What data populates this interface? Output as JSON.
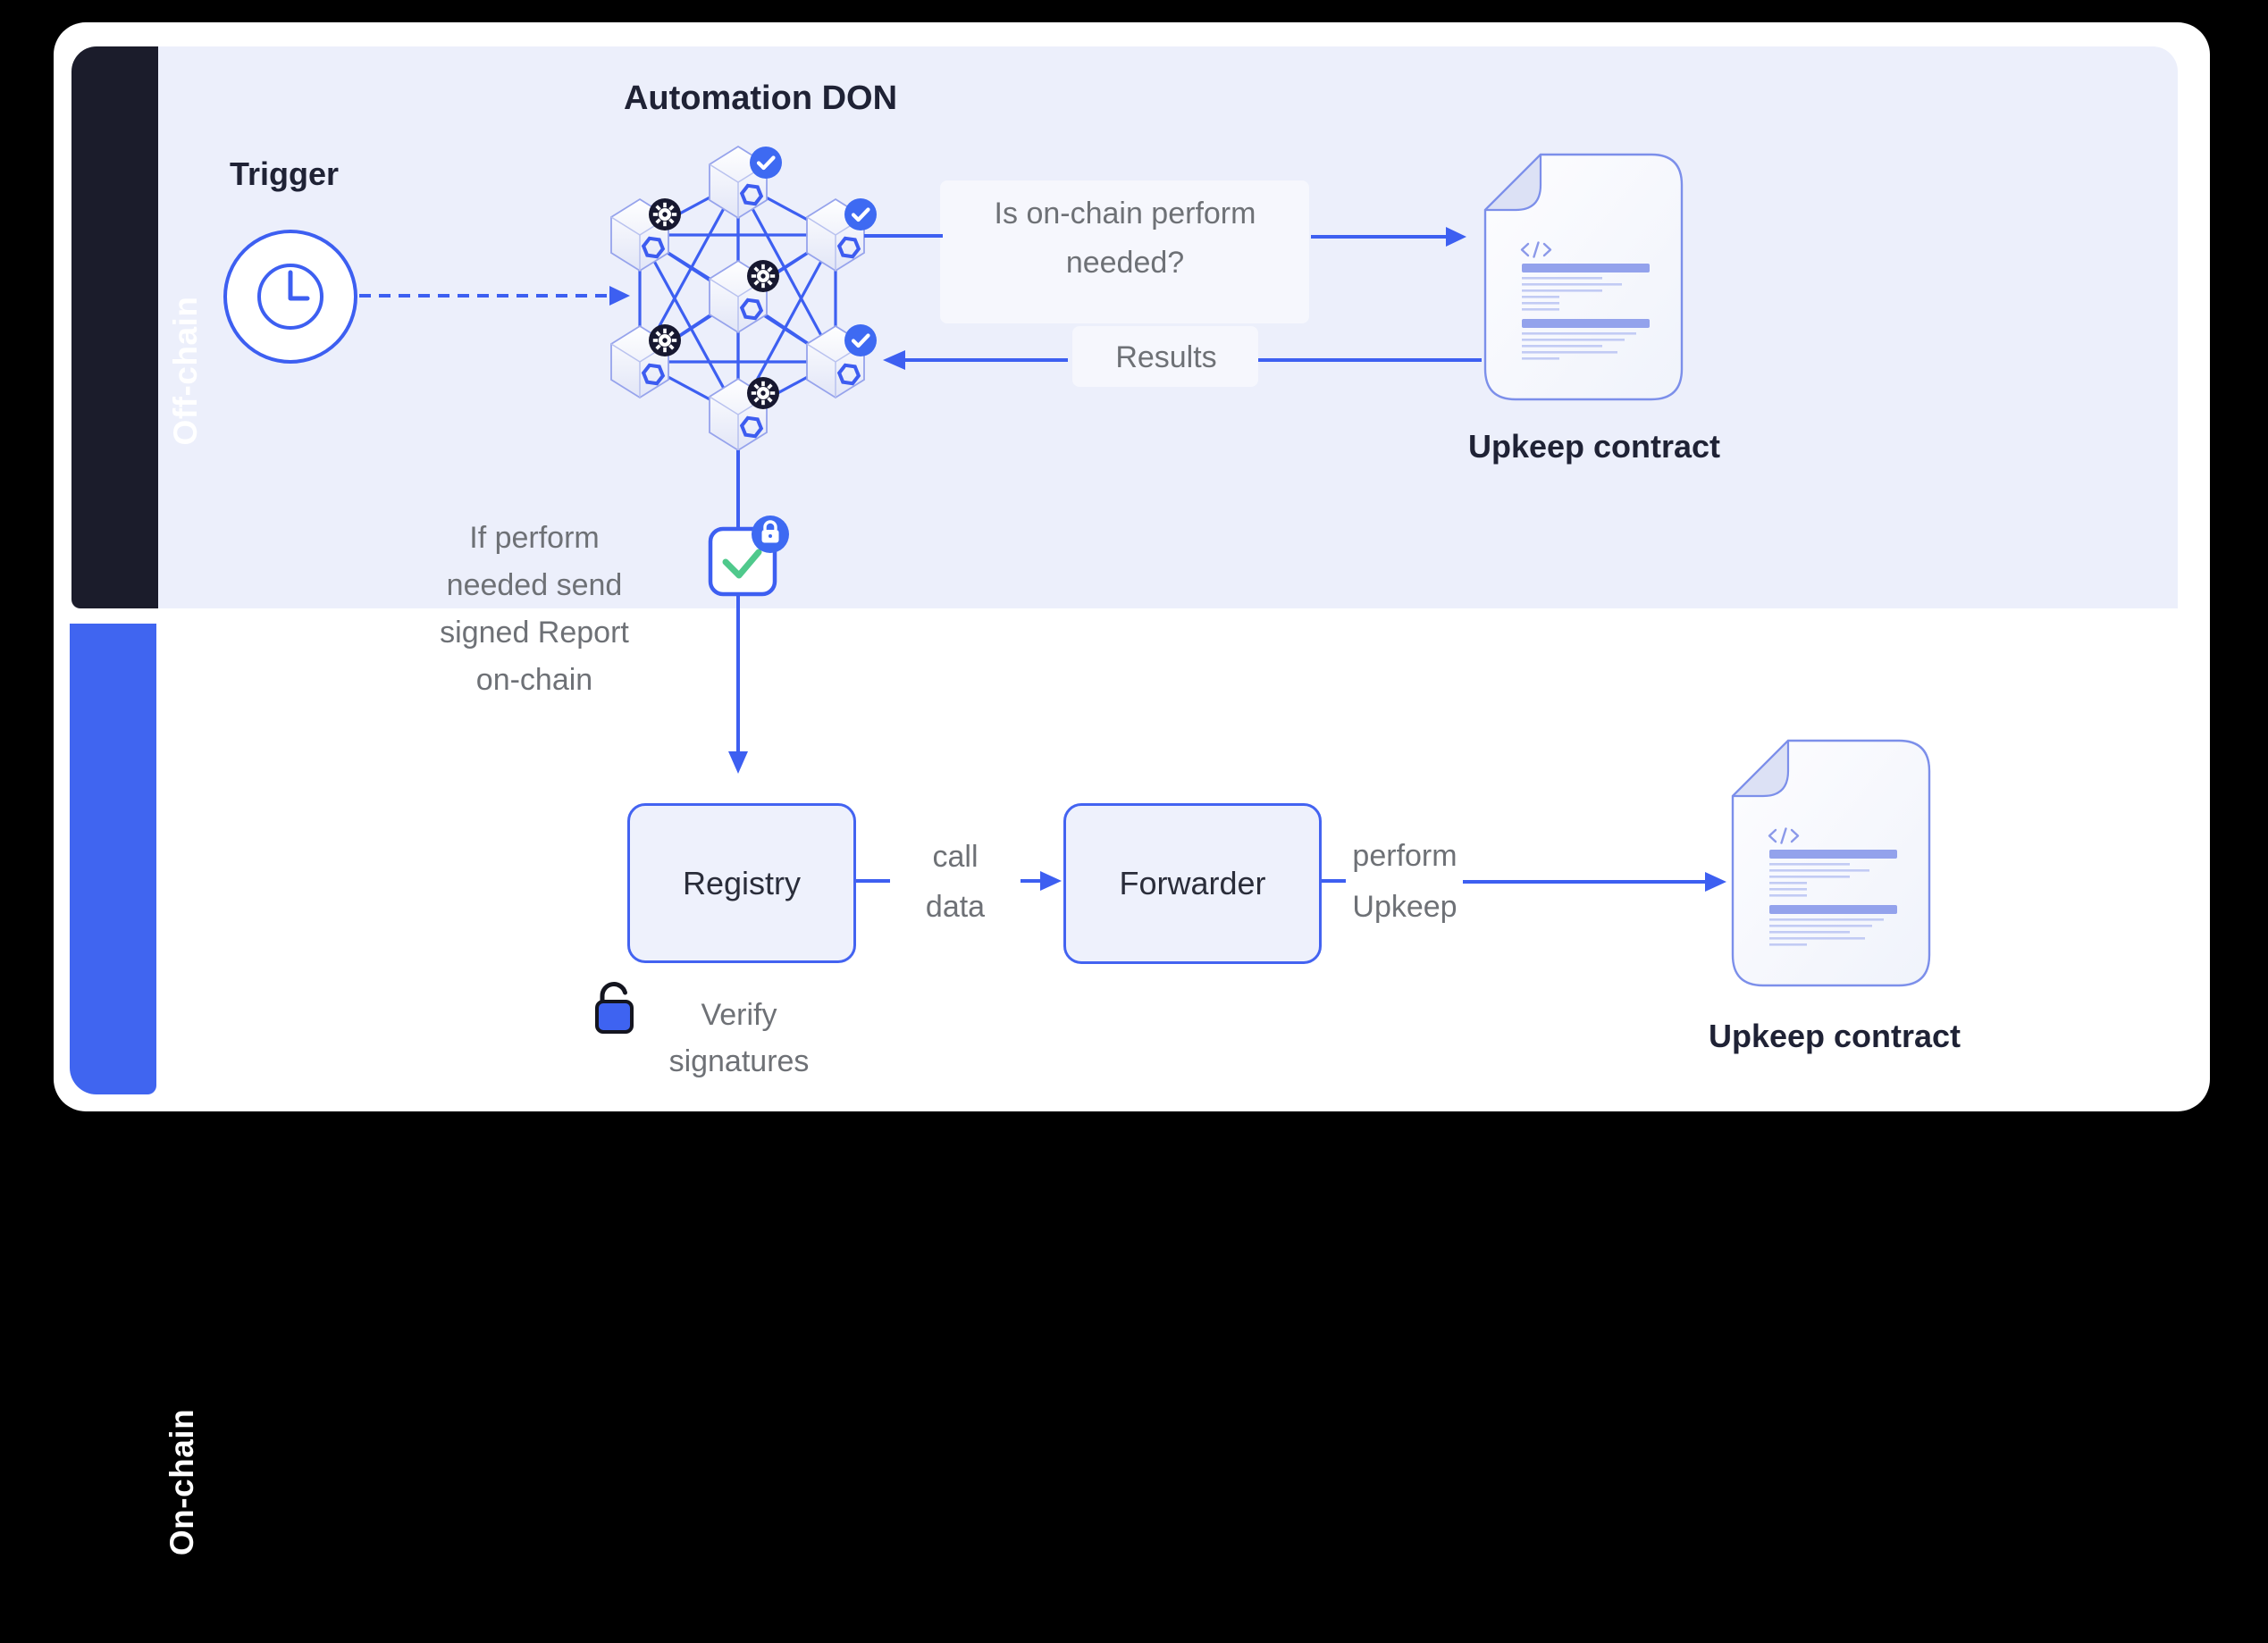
{
  "sidebars": {
    "offchain": "Off-chain",
    "onchain": "On-chain"
  },
  "trigger": {
    "label": "Trigger"
  },
  "don": {
    "title": "Automation DON"
  },
  "question": {
    "line1": "Is on-chain perform",
    "line2": "needed?"
  },
  "results": {
    "label": "Results"
  },
  "report_note": {
    "line1": "If perform",
    "line2": "needed send",
    "line3": "signed Report",
    "line4": "on-chain"
  },
  "contracts": {
    "top": "Upkeep contract",
    "bottom": "Upkeep contract"
  },
  "boxes": {
    "registry": "Registry",
    "forwarder": "Forwarder"
  },
  "edge_labels": {
    "call1": "call",
    "call2": "data",
    "perform1": "perform",
    "perform2": "Upkeep"
  },
  "verify": {
    "line1": "Verify",
    "line2": "signatures"
  },
  "icons": {
    "clock": "clock-icon",
    "gear": "gear-icon",
    "check": "check-badge-icon",
    "lock": "lock-icon",
    "unlock": "unlock-icon",
    "report_check": "signed-report-check-icon",
    "code": "code-icon",
    "document": "document-icon",
    "chainlink_node": "chainlink-hexagon-icon"
  },
  "colors": {
    "background": "#000000",
    "card": "#FFFFFF",
    "offchain_panel": "#ECEFFB",
    "offchain_bar": "#1B1C2B",
    "onchain_bar": "#4065F0",
    "line_blue": "#3D5FF1",
    "badge_blue": "#3E6AF2",
    "badge_dark": "#171830",
    "check_green": "#4FC98C",
    "gray_text": "#6E7176",
    "dark_text": "#1F2235",
    "box_fill": "#EEF1FC",
    "doc_stroke": "#7C8FEA"
  }
}
